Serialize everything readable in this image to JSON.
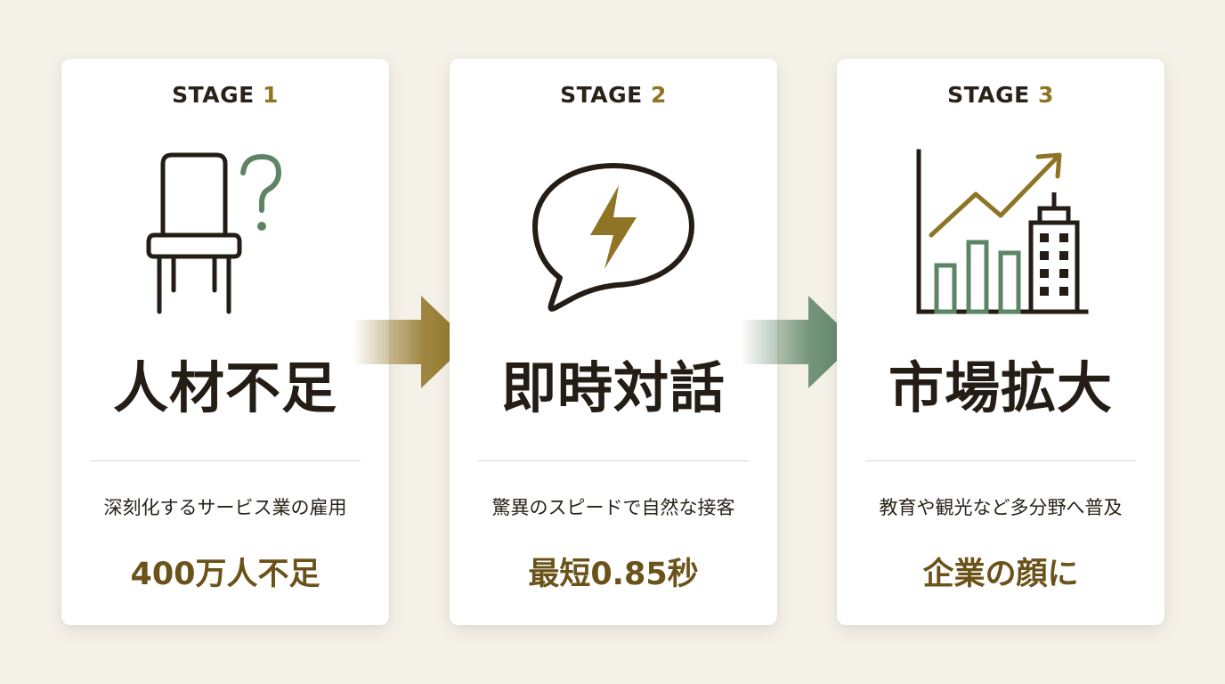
{
  "stages": [
    {
      "stage_word": "STAGE",
      "stage_number": "1",
      "icon": "chair-question-icon",
      "title": "人材不足",
      "description": "深刻化するサービス業の雇用",
      "highlight": "400万人不足"
    },
    {
      "stage_word": "STAGE",
      "stage_number": "2",
      "icon": "speech-lightning-icon",
      "title": "即時対話",
      "description": "驚異のスピードで自然な接客",
      "highlight": "最短0.85秒"
    },
    {
      "stage_word": "STAGE",
      "stage_number": "3",
      "icon": "growth-chart-building-icon",
      "title": "市場拡大",
      "description": "教育や観光など多分野へ普及",
      "highlight": "企業の顔に"
    }
  ],
  "colors": {
    "background": "#f4f1e9",
    "card": "#ffffff",
    "dark": "#241d16",
    "gold": "#8f7425",
    "highlight": "#6b5218",
    "green": "#5e8466"
  }
}
